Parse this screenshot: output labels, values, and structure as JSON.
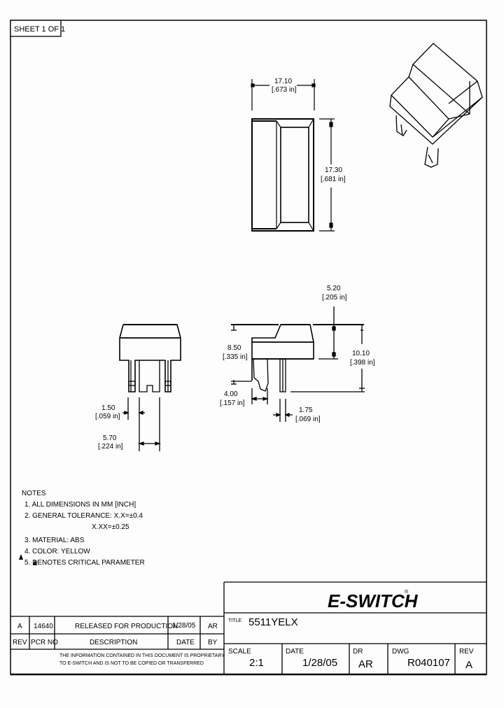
{
  "sheet": {
    "label": "SHEET 1 OF 1"
  },
  "top_view": {
    "width_mm": "17.10",
    "width_in": "[.673 in]",
    "height_mm": "17.30",
    "height_in": "[.681 in]"
  },
  "front_view": {
    "pin_width_mm": "1.50",
    "pin_width_in": "[.059 in]",
    "pin_spacing_mm": "5.70",
    "pin_spacing_in": "[.224 in]"
  },
  "side_view": {
    "cap_height_mm": "5.20",
    "cap_height_in": "[.205 in]",
    "body_height_mm": "8.50",
    "body_height_in": "[.335 in]",
    "total_height_mm": "10.10",
    "total_height_in": "[.398 in]",
    "leg_width_mm": "4.00",
    "leg_width_in": "[.157 in]",
    "pin_thickness_mm": "1.75",
    "pin_thickness_in": "[.069 in]"
  },
  "notes": {
    "heading": "NOTES",
    "items": [
      "1. ALL DIMENSIONS IN MM [INCH]",
      "2. GENERAL TOLERANCE: X.X=±0.4",
      "X.XX=±0.25",
      "3. MATERIAL: ABS",
      "4. COLOR: YELLOW",
      "5.   DENOTES CRITICAL PARAMETER"
    ]
  },
  "revision_table": {
    "row": {
      "rev": "A",
      "pcr_no": "14640",
      "description": "RELEASED FOR PRODUCTION",
      "date": "1/28/05",
      "by": "AR"
    },
    "headers": {
      "rev": "REV",
      "pcr_no": "PCR NO",
      "description": "DESCRIPTION",
      "date": "DATE",
      "by": "BY"
    },
    "notice_line1": "THE INFORMATION CONTAINED IN THIS DOCUMENT IS PROPRIETARY",
    "notice_line2": "TO E-SWITCH AND IS NOT TO BE COPIED OR TRANSFERRED"
  },
  "title_block": {
    "logo": "E-SWITCH",
    "logo_mark": "®",
    "title_label": "TITLE",
    "title_value": "5511YELX",
    "scale_label": "SCALE",
    "scale_value": "2:1",
    "date_label": "DATE",
    "date_value": "1/28/05",
    "dr_label": "DR",
    "dr_value": "AR",
    "dwg_label": "DWG",
    "dwg_value": "R040107",
    "rev_label": "REV",
    "rev_value": "A"
  }
}
